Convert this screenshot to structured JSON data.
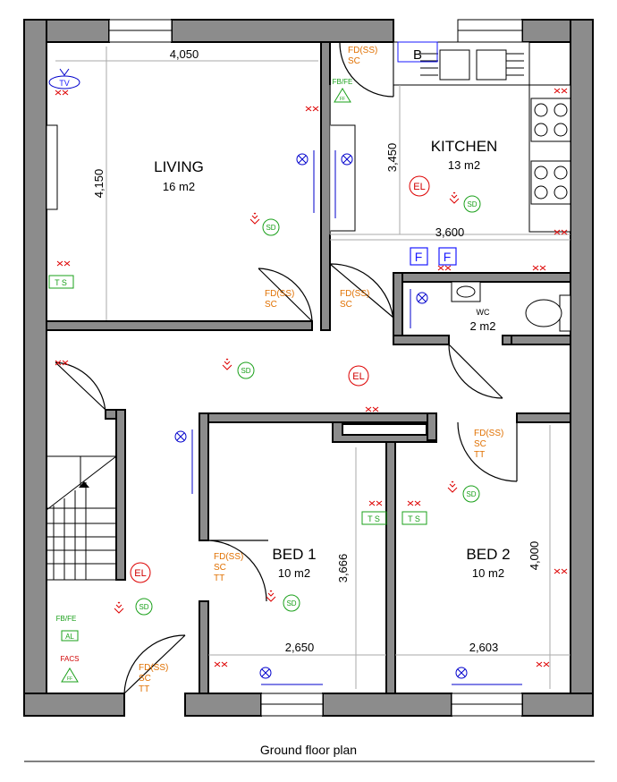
{
  "title": "Ground floor plan",
  "rooms": {
    "living": {
      "name": "LIVING",
      "area": "16 m2"
    },
    "kitchen": {
      "name": "KITCHEN",
      "area": "13 m2"
    },
    "wc": {
      "name": "WC",
      "area": "2 m2"
    },
    "bed1": {
      "name": "BED 1",
      "area": "10 m2"
    },
    "bed2": {
      "name": "BED 2",
      "area": "10 m2"
    }
  },
  "dimensions": {
    "living_width": "4,050",
    "living_depth": "4,150",
    "kitchen_depth": "3,450",
    "kitchen_width": "3,600",
    "bed1_depth": "3,666",
    "bed1_width": "2,650",
    "bed2_depth": "4,000",
    "bed2_width": "2,603"
  },
  "door_labels": {
    "fd_ss": "FD(SS)",
    "sc": "SC",
    "tt": "TT"
  },
  "symbols": {
    "smoke_detector": "SD",
    "emergency_light": "EL",
    "thermostat": "T S",
    "tv": "TV",
    "fire_blanket": "FB/FE",
    "alarm_panel": "AL",
    "facs": "FACS",
    "fire_exit_sign": "FF",
    "fridge": "F",
    "boiler": "B"
  },
  "colors": {
    "wall": "#8c8c8c",
    "door_label": "#e07000",
    "safety_green": "#1aa01a",
    "alarm_red": "#d00000",
    "electrical_blue": "#0000cc"
  }
}
